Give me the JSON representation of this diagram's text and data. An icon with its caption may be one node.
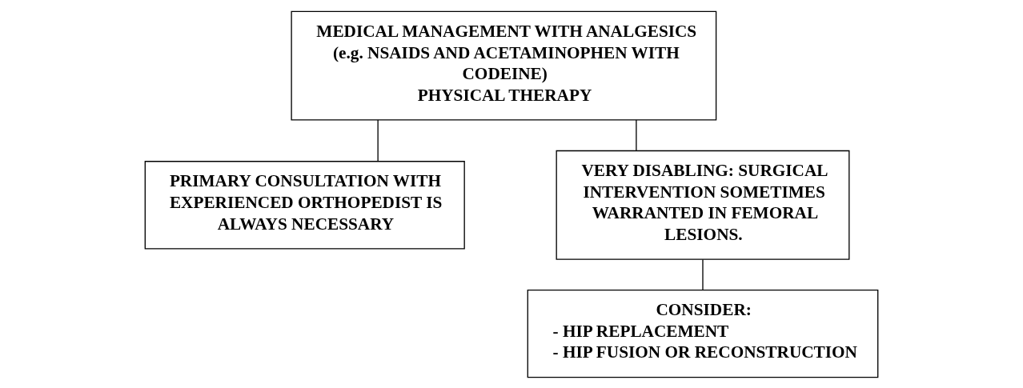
{
  "diagram": {
    "nodes": [
      {
        "text": [
          "MEDICAL MANAGEMENT WITH ANALGESICS (e.g. NSAIDS AND ACETAMINOPHEN WITH CODEINE)",
          "PHYSICAL THERAPY"
        ]
      },
      {
        "text": [
          "PRIMARY CONSULTATION WITH EXPERIENCED ORTHOPEDIST IS ALWAYS NECESSARY"
        ]
      },
      {
        "text": [
          "VERY DISABLING: SURGICAL INTERVENTION SOMETIMES WARRANTED IN FEMORAL LESIONS."
        ]
      },
      {
        "text": [
          "CONSIDER:",
          "- HIP REPLACEMENT",
          "- HIP FUSION OR RECONSTRUCTION"
        ]
      }
    ],
    "edges": [
      {
        "from": 0,
        "to": 1,
        "arrow": "none"
      },
      {
        "from": 0,
        "to": 2,
        "arrow": "none"
      },
      {
        "from": 2,
        "to": 3,
        "arrow": "none"
      }
    ]
  }
}
